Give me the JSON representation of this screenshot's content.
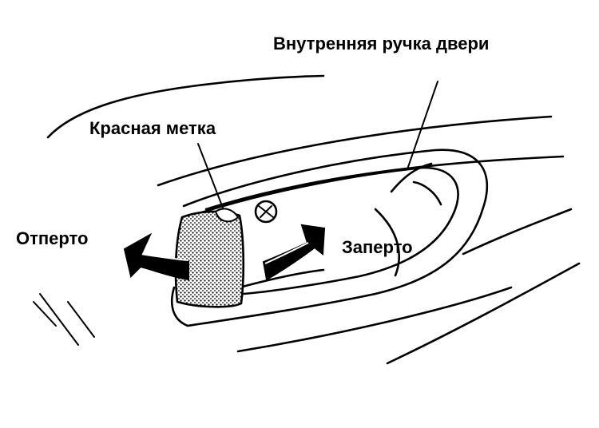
{
  "labels": {
    "inner_handle": "Внутренняя ручка двери",
    "red_mark": "Красная метка",
    "unlocked": "Отперто",
    "locked": "Заперто"
  },
  "colors": {
    "ink": "#000000",
    "background": "#ffffff",
    "knob_stipple": "#000000"
  }
}
